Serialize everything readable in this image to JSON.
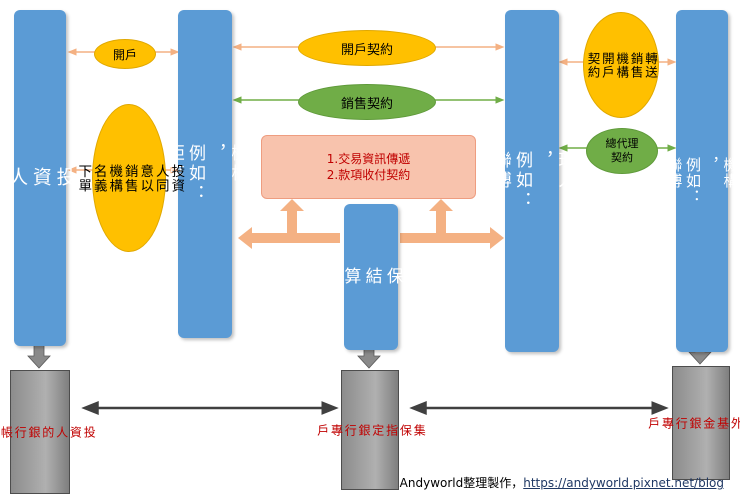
{
  "nodes": {
    "investor": "投\n資\n人",
    "sales": "銷售\n機構\n，\n例如：\n鉅亨\n投顧",
    "custody": "集\n保\n結\n算\n所",
    "agent": "總代\n理人\n，\n例如：\n聯博\n投信",
    "foreign": "境外\n基金\n機構\n，\n例如：\n聯博\n資產\n管理"
  },
  "ovals": {
    "open_account_small": "開戶",
    "investor_consent": "投資\n人同\n意以\n銷售\n機構\n名義\n下單",
    "open_account_contract": "開戶契約",
    "sales_contract": "銷售契約",
    "forward_open": "轉送\n銷售\n機構\n開戶\n契約",
    "master_agent_contract": "總代理\n契約"
  },
  "center": {
    "line1": "1.交易資訊傳遞",
    "line2": "2.款項收付契約"
  },
  "boxes": {
    "investor_bank": "投\n資\n人\n的\n銀\n行\n帳\n戶",
    "custody_account": "集\n保\n指\n定\n銀\n行\n專\n戶",
    "foreign_bank": "境\n外\n基\n金\n銀\n行\n專\n戶"
  },
  "credit": {
    "prefix": "Andyworld整理製作，",
    "url": "https://andyworld.pixnet.net/blog"
  },
  "colors": {
    "column": "#5b9bd5",
    "oval_yellow": "#ffc000",
    "oval_green": "#70ad47",
    "arrow_orange": "#f4b183",
    "box_text": "#c00000"
  }
}
